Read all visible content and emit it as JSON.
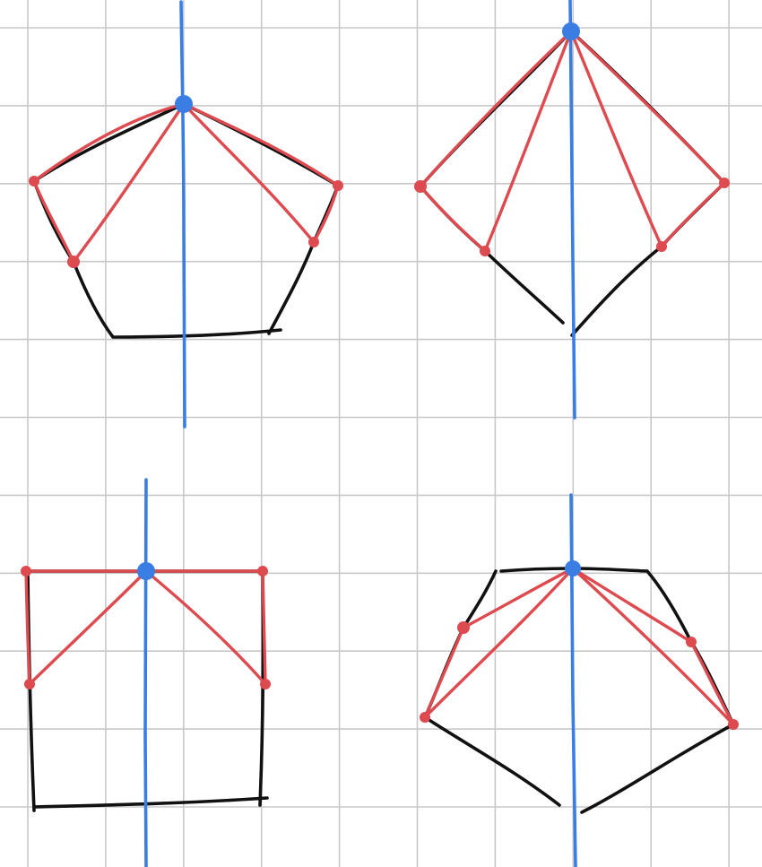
{
  "colors": {
    "background": "#ffffff",
    "grid": "#c8c8c8",
    "outline": "#111111",
    "diagonal": "#dd4a4f",
    "axis": "#3a7ee3"
  },
  "figures": [
    {
      "name": "pentagon",
      "outline": "black",
      "axis": "vertical",
      "red_diagonals": 4
    },
    {
      "name": "diamond",
      "outline": "black",
      "axis": "vertical",
      "red_diagonals": 4
    },
    {
      "name": "square",
      "outline": "black",
      "axis": "vertical",
      "red_diagonals": 4
    },
    {
      "name": "hexagon",
      "outline": "black",
      "axis": "vertical",
      "red_diagonals": 4
    }
  ]
}
